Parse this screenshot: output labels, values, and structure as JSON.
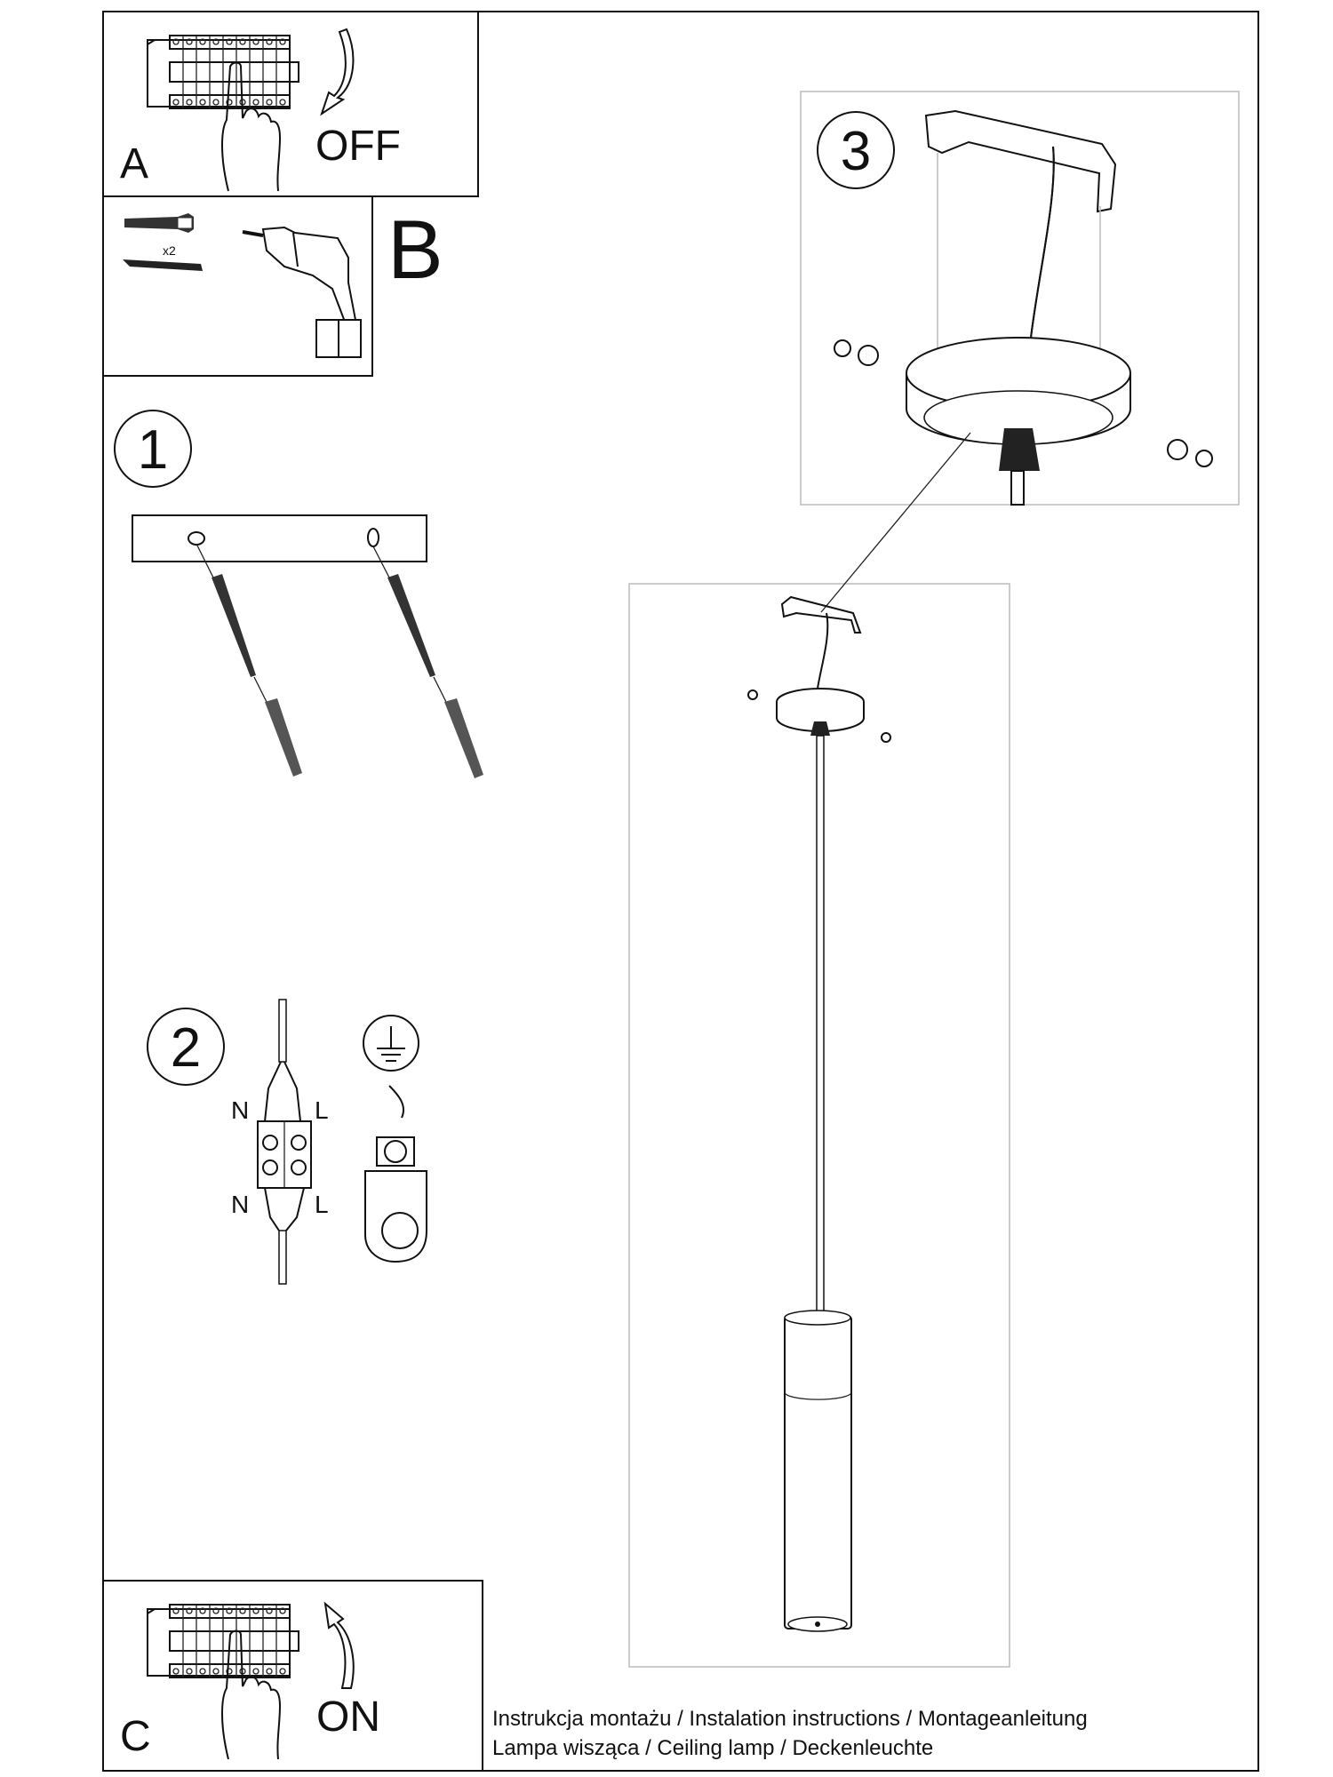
{
  "steps": {
    "a": {
      "letter": "A",
      "label": "OFF"
    },
    "b": {
      "letter": "B",
      "quantity": "x2"
    },
    "one": {
      "number": "1"
    },
    "two": {
      "number": "2",
      "wire_labels": {
        "top_left": "N",
        "top_right": "L",
        "bottom_left": "N",
        "bottom_right": "L"
      }
    },
    "three": {
      "number": "3"
    },
    "c": {
      "letter": "C",
      "label": "ON"
    }
  },
  "footer": {
    "line1": "Instrukcja montażu / Instalation instructions / Montageanleitung",
    "line2": "Lampa wisząca / Ceiling lamp / Deckenleuchte"
  },
  "icons": [
    "circuit-breaker-icon",
    "hand-icon",
    "arrow-down-icon",
    "arrow-up-icon",
    "wall-plug-icon",
    "screw-icon",
    "drill-icon",
    "ground-symbol-icon",
    "terminal-block-icon",
    "pendant-lamp-icon",
    "mounting-bracket-icon"
  ]
}
